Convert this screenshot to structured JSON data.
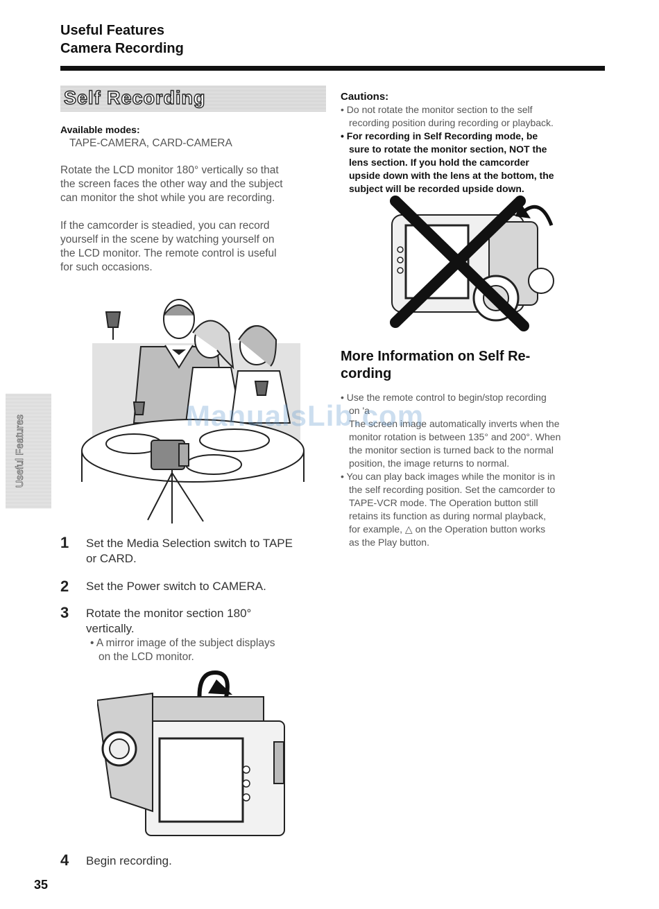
{
  "header": {
    "line1": "Useful Features",
    "line2": "Camera Recording"
  },
  "section": {
    "title": "Self Recording"
  },
  "available_modes": {
    "label": "Available modes:",
    "value": "TAPE-CAMERA, CARD-CAMERA"
  },
  "intro": {
    "p1": [
      "Rotate the LCD monitor 180° vertically so that",
      "the screen faces the other way and the subject",
      "can monitor the shot while you are recording."
    ],
    "p2": [
      "If the camcorder is steadied, you can record",
      "yourself in the scene by watching yourself on",
      "the LCD monitor. The remote control is useful",
      "for such occasions."
    ]
  },
  "steps": [
    {
      "num": "1",
      "lines": [
        "Set the Media Selection switch to TAPE",
        "or CARD."
      ]
    },
    {
      "num": "2",
      "lines": [
        "Set the Power switch to CAMERA."
      ]
    },
    {
      "num": "3",
      "lines": [
        "Rotate the monitor section 180°",
        "vertically."
      ],
      "bullet": [
        "• A mirror image of the subject displays",
        "on the LCD monitor."
      ]
    },
    {
      "num": "4",
      "lines": [
        "Begin recording."
      ]
    }
  ],
  "cautions": {
    "title": "Cautions:",
    "item1": [
      "• Do not rotate the monitor section to the self",
      "recording position during recording or playback."
    ],
    "item2": [
      "• For recording in Self Recording mode, be",
      "sure to rotate the monitor section, NOT the",
      "lens section. If you hold the camcorder",
      "upside down with the lens at the bottom, the",
      "subject will be recorded upside down."
    ]
  },
  "more_info": {
    "title": [
      "More Information on Self Re-",
      "cording"
    ],
    "bullet1": [
      "• Use the remote control to begin/stop recording",
      "on 'a",
      "The screen image automatically inverts when the",
      "monitor rotation is between 135° and 200°. When",
      "the monitor section is turned back to the normal",
      "position, the image returns to normal."
    ],
    "bullet2": [
      "• You can play back images while the monitor is in",
      "the self recording position. Set the camcorder to",
      "TAPE-VCR mode. The Operation button still",
      "retains its function as during normal playback,",
      "for example, △ on the Operation button works",
      "as the Play button."
    ]
  },
  "side_tab": "Useful Features",
  "page_number": "35",
  "watermark": "ManualsLib.com"
}
